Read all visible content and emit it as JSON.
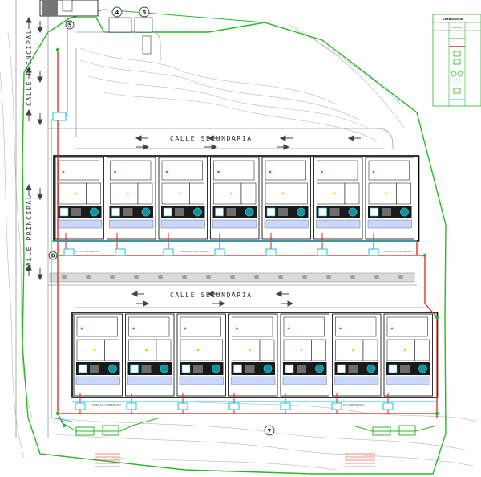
{
  "streets": {
    "main_left_top": "CALLE PRINCIPAL",
    "main_left_bottom": "CALLE PRINCIPAL",
    "secondary_top": "CALLE SECUNDARIA",
    "secondary_bottom": "CALLE SECUNDARIA"
  },
  "callouts": {
    "c4": "4",
    "c5_top": "5",
    "c5_small": "5",
    "c6": "6",
    "c7": "7"
  },
  "legend": {
    "title": "SIMBOLOGIA",
    "sub": "SIMBOLO"
  },
  "notes": {
    "wall_label": "MURO DE CONTENCION"
  },
  "colors": {
    "red_pipe": "#e0201b",
    "cyan_pipe": "#19c6d6",
    "green_boundary": "#28b828",
    "unit_outline": "#000000",
    "hatch_dark": "#111111"
  },
  "blocks": {
    "top_row_units": 7,
    "bottom_row_units": 7
  }
}
